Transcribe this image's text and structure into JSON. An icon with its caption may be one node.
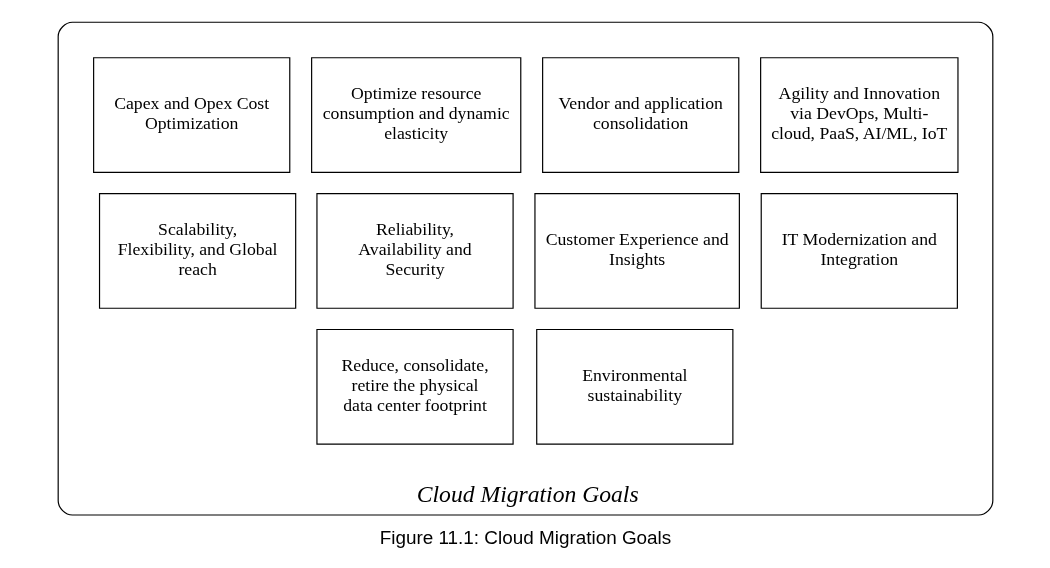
{
  "diagram": {
    "caption": "Figure 11.1: Cloud Migration Goals",
    "nodes": [
      {
        "text": [
          "Cloud Migration Goals"
        ]
      },
      {
        "text": [
          "Capex and Opex Cost Optimization"
        ],
        "in": 0
      },
      {
        "text": [
          "Optimize resource consumption and dynamic elasticity"
        ],
        "in": 0
      },
      {
        "text": [
          "Vendor and application consolidation"
        ],
        "in": 0
      },
      {
        "text": [
          "Agility and Innovation via DevOps, Multi-cloud, PaaS, AI/ML, IoT"
        ],
        "in": 0
      },
      {
        "text": [
          "Scalability, Flexibility, and Global reach"
        ],
        "in": 0
      },
      {
        "text": [
          "Reliability, Availability and Security"
        ],
        "in": 0
      },
      {
        "text": [
          "Customer Experience and Insights"
        ],
        "in": 0
      },
      {
        "text": [
          "IT Modernization and Integration"
        ],
        "in": 0
      },
      {
        "text": [
          "Reduce, consolidate, retire the physical data center footprint"
        ],
        "in": 0
      },
      {
        "text": [
          "Environmental sustainability"
        ],
        "in": 0
      }
    ],
    "edges": []
  }
}
